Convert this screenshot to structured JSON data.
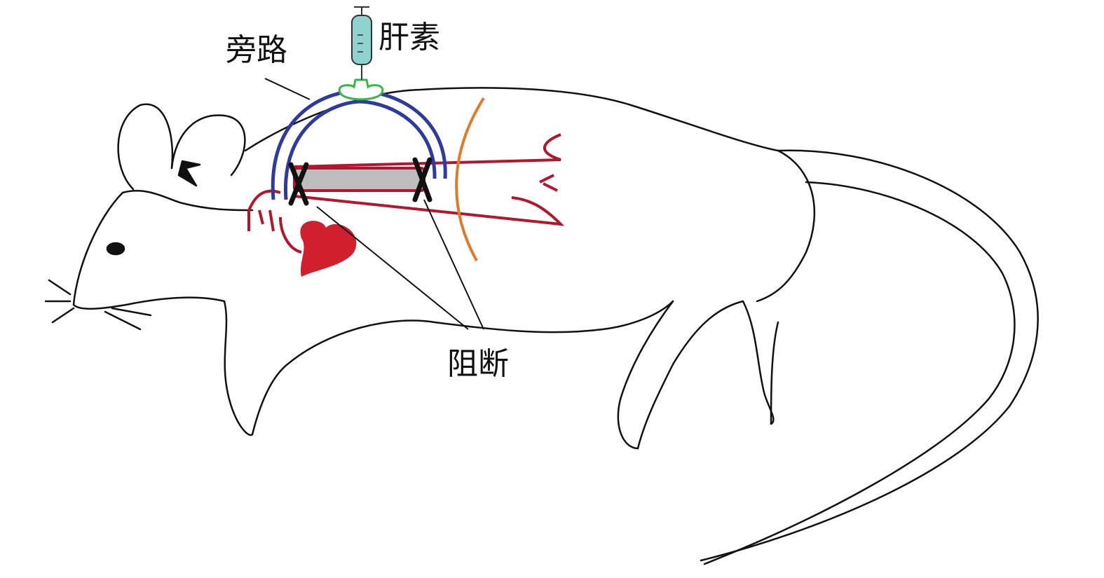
{
  "labels": {
    "bypass": "旁路",
    "heparin": "肝素",
    "block": "阻断"
  },
  "colors": {
    "bypass_tube": "#2e3a9e",
    "vessel": "#b3172e",
    "heart": "#d0202e",
    "nerve": "#e07a2a",
    "syringe": "#8fd3cf",
    "connector": "#3bb54a",
    "segment": "#bdbdbd"
  }
}
